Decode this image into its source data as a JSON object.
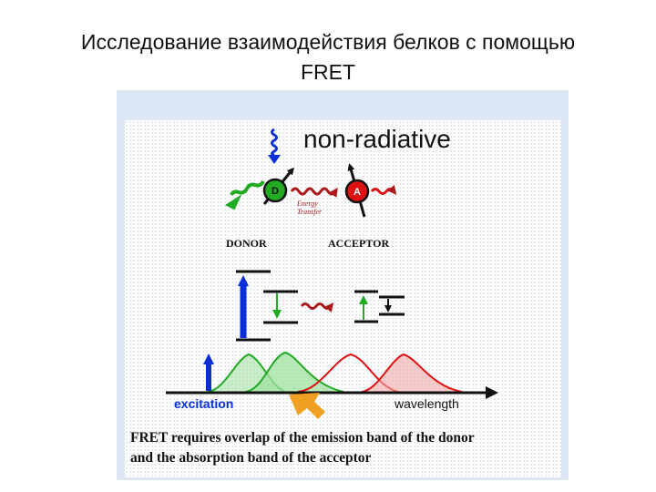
{
  "slide": {
    "title_line1": "Исследование взаимодействия белков с помощью",
    "title_line2": "FRET"
  },
  "diagram": {
    "heading": "non-radiative",
    "donor_symbol": "D",
    "acceptor_symbol": "A",
    "transfer_label_line1": "Energy",
    "transfer_label_line2": "Transfer",
    "donor_label": "DONOR",
    "acceptor_label": "ACCEPTOR",
    "excitation_label": "excitation",
    "wavelength_label": "wavelength",
    "caption_line1": "FRET requires overlap of the emission band of the donor",
    "caption_line2": "and the absorption band of the acceptor"
  },
  "colors": {
    "donor": "#22aa22",
    "acceptor": "#dd1111",
    "transfer": "#aa1a1a",
    "excitation": "#0b2fd6",
    "overlap_marker": "#f0a020"
  }
}
